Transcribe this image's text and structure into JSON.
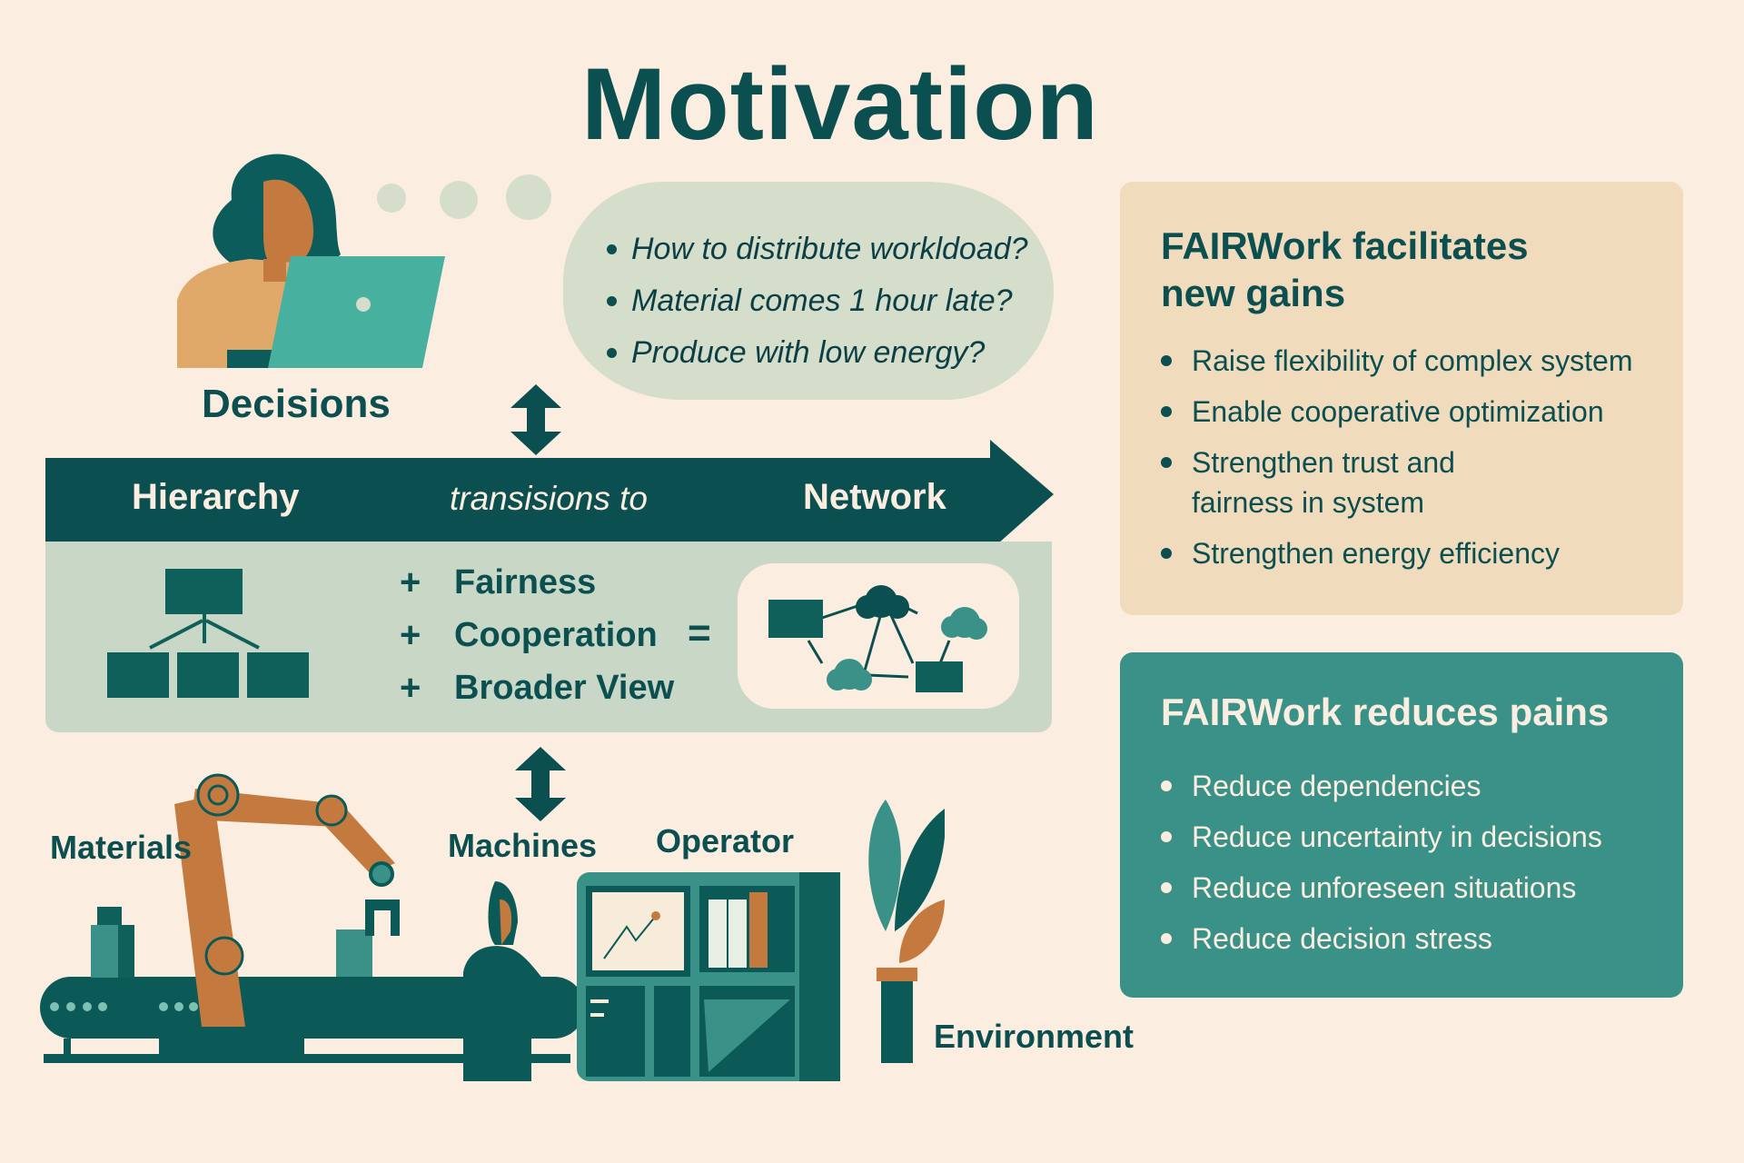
{
  "title": "Motivation",
  "decisions": {
    "label": "Decisions",
    "questions": [
      "How to distribute workldoad?",
      "Material comes 1 hour late?",
      "Produce with low energy?"
    ]
  },
  "transition": {
    "from": "Hierarchy",
    "connector": "transisions to",
    "to": "Network",
    "additions": [
      {
        "symbol": "+",
        "label": "Fairness"
      },
      {
        "symbol": "+",
        "label": "Cooperation"
      },
      {
        "symbol": "+",
        "label": "Broader View"
      }
    ],
    "equals": "="
  },
  "shopfloor": {
    "labels": {
      "materials": "Materials",
      "machines": "Machines",
      "operator": "Operator",
      "environment": "Environment"
    }
  },
  "gains_card": {
    "title": "FAIRWork facilitates new gains",
    "items": [
      "Raise flexibility of complex system",
      "Enable cooperative optimization",
      "Strengthen trust and fairness in system",
      "Strengthen energy efficiency"
    ]
  },
  "pains_card": {
    "title": "FAIRWork reduces pains",
    "items": [
      "Reduce dependencies",
      "Reduce uncertainty in decisions",
      "Reduce unforeseen situations",
      "Reduce decision stress"
    ]
  },
  "colors": {
    "background": "#fbeee0",
    "dark_teal": "#0b4f50",
    "teal": "#3a9187",
    "light_sage": "#c9d8c6",
    "sand": "#f0dbbd",
    "orange": "#c47a3e"
  }
}
